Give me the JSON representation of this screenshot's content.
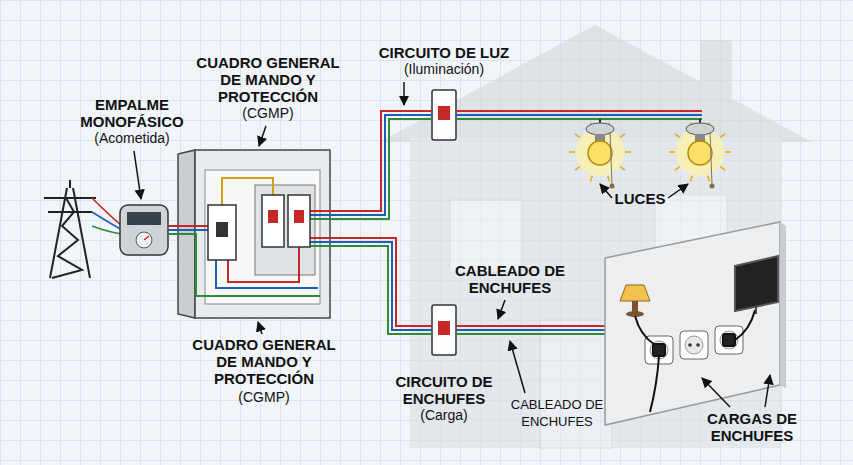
{
  "diagram": {
    "nodes": [
      {
        "text": [
          "EMPALME MONOFÁSICO",
          "(Acometida)"
        ]
      },
      {
        "text": [
          "CUADRO GENERAL DE MANDO Y PROTECCIÓN",
          "(CGMP)"
        ]
      },
      {
        "text": [
          "CIRCUITO DE LUZ",
          "(Iluminación)"
        ]
      },
      {
        "text": [
          "CIRCUITO DE ENCHUFES",
          "(Carga)"
        ]
      }
    ],
    "edges": [
      {
        "from": 0,
        "to": 1,
        "arrow": "none"
      },
      {
        "from": 1,
        "to": 2,
        "arrow": "none"
      },
      {
        "from": 1,
        "to": 3,
        "arrow": "none"
      }
    ],
    "labels": [
      "CUADRO GENERAL DE MANDO Y PROTECCIÓN",
      "(CGMP)",
      "LUCES",
      "CABLEADO DE ENCHUFES",
      "CABLEADO DE ENCHUFES",
      "CARGAS DE ENCHUFES"
    ]
  }
}
